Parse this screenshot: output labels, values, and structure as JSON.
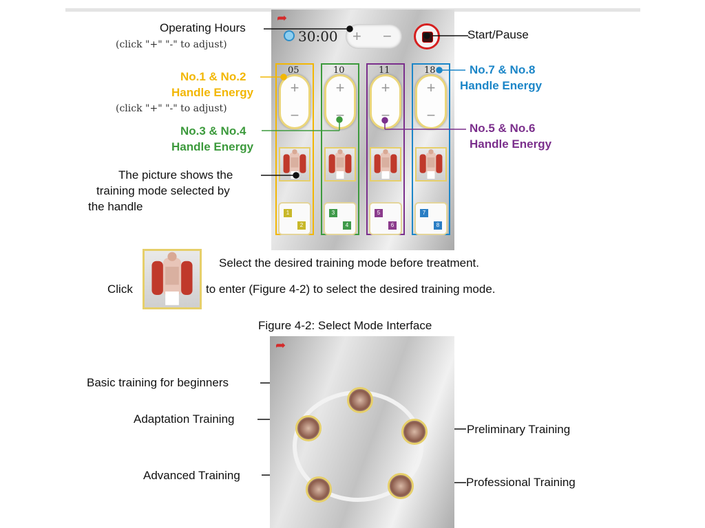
{
  "panel": {
    "timer": "30:00",
    "plus": "+",
    "minus": "−",
    "columns": [
      {
        "num": "05",
        "color": "#f2b705",
        "modes": [
          "1",
          "2"
        ],
        "chip_colors": [
          "#c8b82a",
          "#c8b82a"
        ]
      },
      {
        "num": "10",
        "color": "#3c9a3c",
        "modes": [
          "3",
          "4"
        ],
        "chip_colors": [
          "#3f9a4a",
          "#3f9a4a"
        ]
      },
      {
        "num": "11",
        "color": "#7b2f8c",
        "modes": [
          "5",
          "6"
        ],
        "chip_colors": [
          "#8b3b8c",
          "#8b3b8c"
        ]
      },
      {
        "num": "18",
        "color": "#1c86c8",
        "modes": [
          "7",
          "8"
        ],
        "chip_colors": [
          "#2a7ec4",
          "#2a7ec4"
        ]
      }
    ]
  },
  "labels": {
    "operating_hours": "Operating Hours",
    "adjust_hint": "(click \"+\" \"-\" to adjust)",
    "start_pause": "Start/Pause",
    "h12_l1": "No.1 & No.2",
    "h12_l2": "Handle Energy",
    "adjust_hint2": "(click \"+\" \"-\" to adjust)",
    "h34_l1": "No.3 & No.4",
    "h34_l2": "Handle Energy",
    "h56_l1": "No.5 & No.6",
    "h56_l2": "Handle Energy",
    "h78_l1": "No.7 & No.8",
    "h78_l2": "Handle Energy",
    "picture_l1": "The picture shows the",
    "picture_l2": "training mode selected by",
    "picture_l3": "the handle"
  },
  "text": {
    "select_before": "Select the desired training mode before treatment.",
    "click": "Click",
    "to_enter": "to enter (Figure 4-2) to select the desired training mode.",
    "figure_caption": "Figure 4-2: Select Mode Interface"
  },
  "modes": {
    "basic": "Basic training for beginners",
    "adaptation": "Adaptation Training",
    "preliminary": "Preliminary Training",
    "advanced": "Advanced Training",
    "professional": "Professional Training"
  },
  "colors": {
    "yellow": "#f2b705",
    "green": "#3c9a3c",
    "purple": "#7b2f8c",
    "blue": "#1c86c8",
    "red": "#d61f1f"
  }
}
